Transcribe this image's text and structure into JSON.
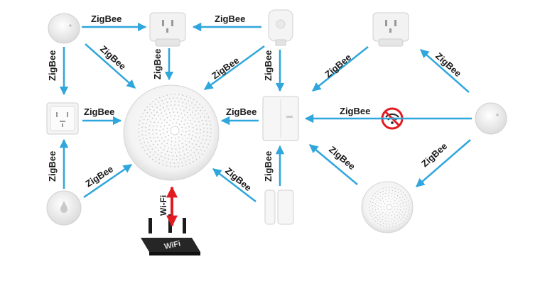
{
  "protocol_label": "ZigBee",
  "wifi_label": "Wi-Fi",
  "router_text": "WiFi",
  "colors": {
    "arrow": "#2fa6dc",
    "wifi_arrow": "#e11b22",
    "blocked": "#e11b22",
    "device": "#f2f2f2",
    "device_edge": "#d4d4d4",
    "router": "#222222"
  },
  "icons": {
    "sensor": "round-sensor-icon",
    "plug": "smart-plug-icon",
    "motion": "motion-sensor-icon",
    "socket": "wall-socket-icon",
    "switch": "wall-switch-icon",
    "door": "door-sensor-icon",
    "water": "water-leak-sensor-icon",
    "gateway": "gateway-hub-icon",
    "router": "wifi-router-icon",
    "blocked": "no-wifi-icon"
  }
}
